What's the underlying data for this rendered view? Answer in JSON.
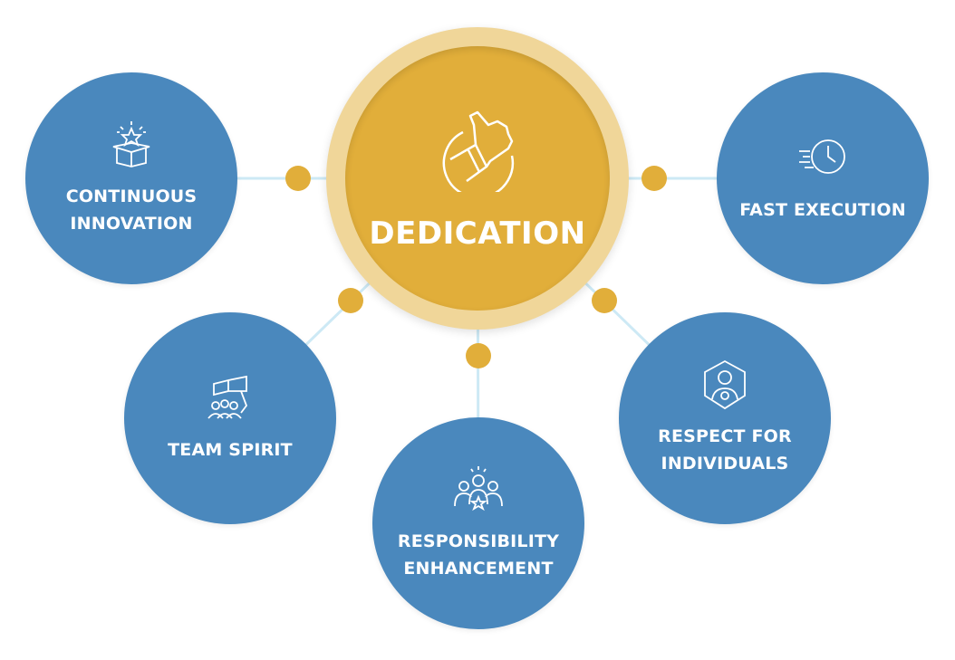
{
  "center": {
    "label": "DEDICATION",
    "icon": "thumbs-up-icon"
  },
  "values": [
    {
      "label": "CONTINUOUS\nINNOVATION",
      "icon": "open-box-star-icon"
    },
    {
      "label": "FAST EXECUTION",
      "icon": "fast-clock-icon"
    },
    {
      "label": "TEAM SPIRIT",
      "icon": "team-flag-icon"
    },
    {
      "label": "RESPONSIBILITY\nENHANCEMENT",
      "icon": "group-star-icon"
    },
    {
      "label": "RESPECT FOR\nINDIVIDUALS",
      "icon": "person-hexagon-icon"
    }
  ],
  "colors": {
    "blue": "#4a88bd",
    "gold": "#e1ae3a",
    "ring": "#f0d699",
    "connector": "#cde9f5"
  }
}
